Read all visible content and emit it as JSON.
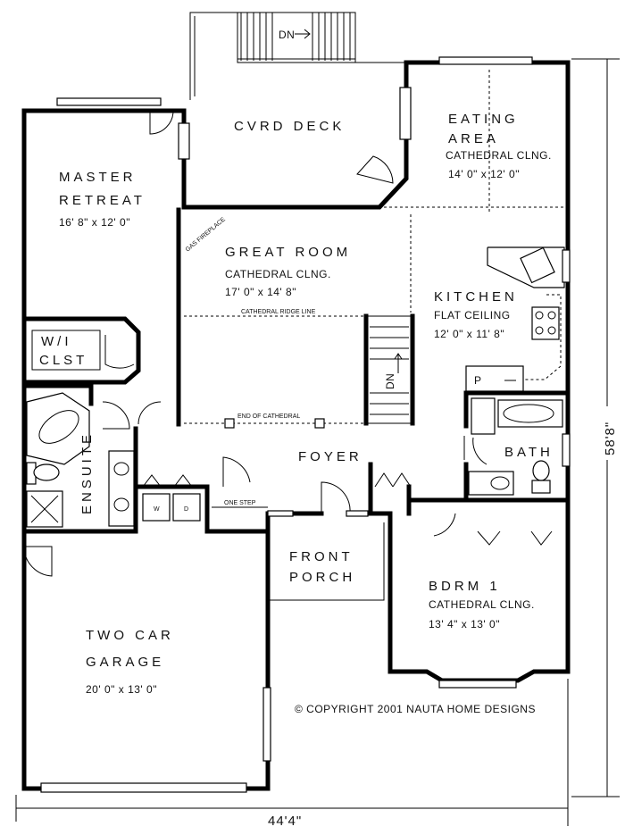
{
  "rooms": {
    "deck": {
      "name": "CVRD DECK"
    },
    "eating": {
      "name_line1": "EATING",
      "name_line2": "AREA",
      "ceiling": "CATHEDRAL CLNG.",
      "size": "14' 0\" x 12' 0\""
    },
    "master": {
      "name_line1": "MASTER",
      "name_line2": "RETREAT",
      "size": "16' 8\" x 12' 0\""
    },
    "great_room": {
      "name": "GREAT ROOM",
      "ceiling": "CATHEDRAL CLNG.",
      "size": "17' 0\" x 14' 8\""
    },
    "kitchen": {
      "name": "KITCHEN",
      "ceiling": "FLAT CEILING",
      "size": "12' 0\" x 11' 8\""
    },
    "closet": {
      "name_line1": "W/I",
      "name_line2": "CLST"
    },
    "ensuite": {
      "name": "ENSUITE"
    },
    "foyer": {
      "name": "FOYER"
    },
    "bath": {
      "name": "BATH"
    },
    "porch": {
      "name_line1": "FRONT",
      "name_line2": "PORCH"
    },
    "bedroom1": {
      "name": "BDRM 1",
      "ceiling": "CATHEDRAL CLNG.",
      "size": "13' 4\" x 13' 0\""
    },
    "garage": {
      "name_line1": "TWO CAR",
      "name_line2": "GARAGE",
      "size": "20' 0\" x 13' 0\""
    }
  },
  "notes": {
    "gas_fireplace": "GAS FIREPLACE",
    "ridge_line": "CATHEDRAL RIDGE LINE",
    "end_cathedral": "END OF CATHEDRAL",
    "one_step": "ONE STEP",
    "stair_dn_deck": "DN",
    "stair_dn_main": "DN",
    "pantry": "P",
    "washer": "W",
    "dryer": "D",
    "copyright": "© COPYRIGHT 2001 NAUTA HOME DESIGNS"
  },
  "dimensions": {
    "width": "44'4\"",
    "depth": "58'8\""
  }
}
